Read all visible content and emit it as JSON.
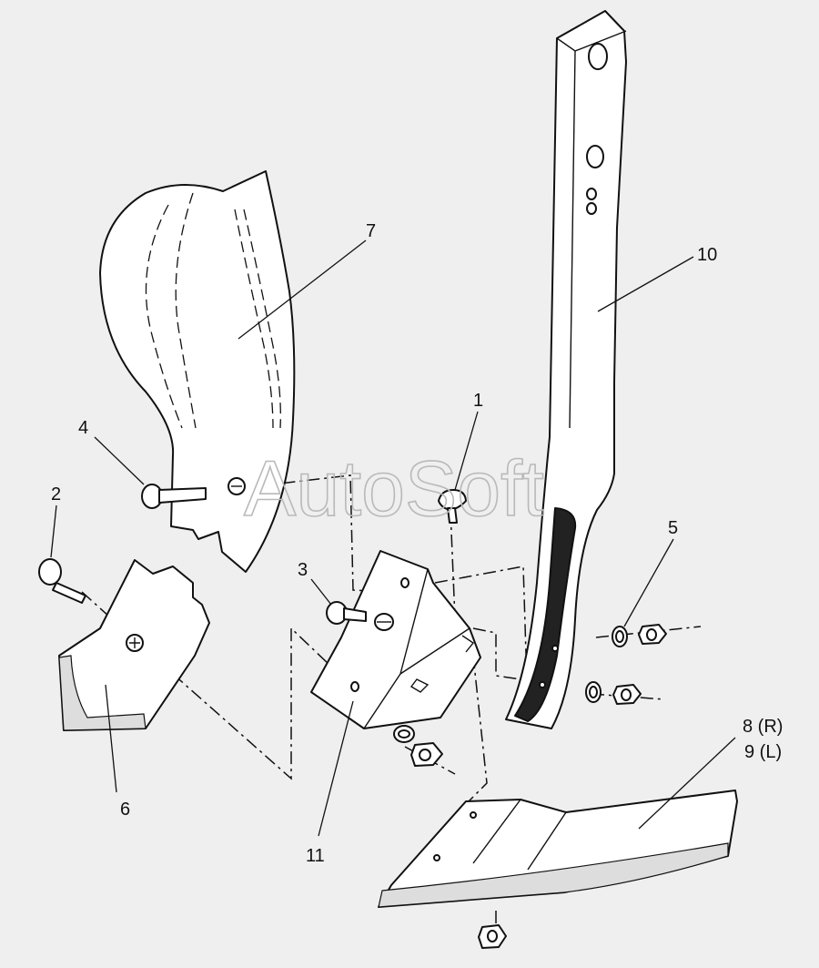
{
  "watermark": "AutoSoft",
  "labels": {
    "p1": "1",
    "p2": "2",
    "p3": "3",
    "p4": "4",
    "p5": "5",
    "p6": "6",
    "p7": "7",
    "p8": "8 (R)",
    "p9": "9 (L)",
    "p10": "10",
    "p11": "11"
  }
}
